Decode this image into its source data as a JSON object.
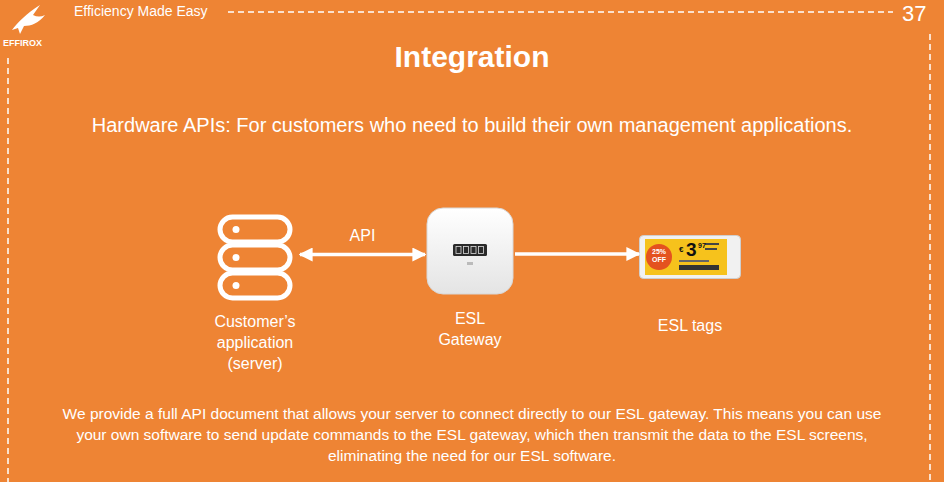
{
  "diagram": {
    "title": "Integration",
    "caption": "We provide a full API document that allows your server to connect directly to our ESL gateway. This means you can use your own software to send update commands to the ESL gateway, which then transmit the data to the ESL screens, eliminating the need for our ESL software.",
    "nodes": [
      {
        "text": [
          "Customer’s application (server)"
        ]
      },
      {
        "text": [
          "ESL Gateway"
        ]
      },
      {
        "text": [
          "ESL tags"
        ]
      }
    ],
    "edges": [
      {
        "from": 0,
        "to": 1,
        "label": "API",
        "arrow": "both"
      },
      {
        "from": 1,
        "to": 2,
        "arrow": "to"
      }
    ],
    "labels": [
      "Efficiency Made Easy",
      "EFFIROX",
      "37",
      "Hardware APIs: For customers who need to build their own management applications.",
      "25%",
      "OFF",
      "€",
      "3",
      "97"
    ]
  }
}
